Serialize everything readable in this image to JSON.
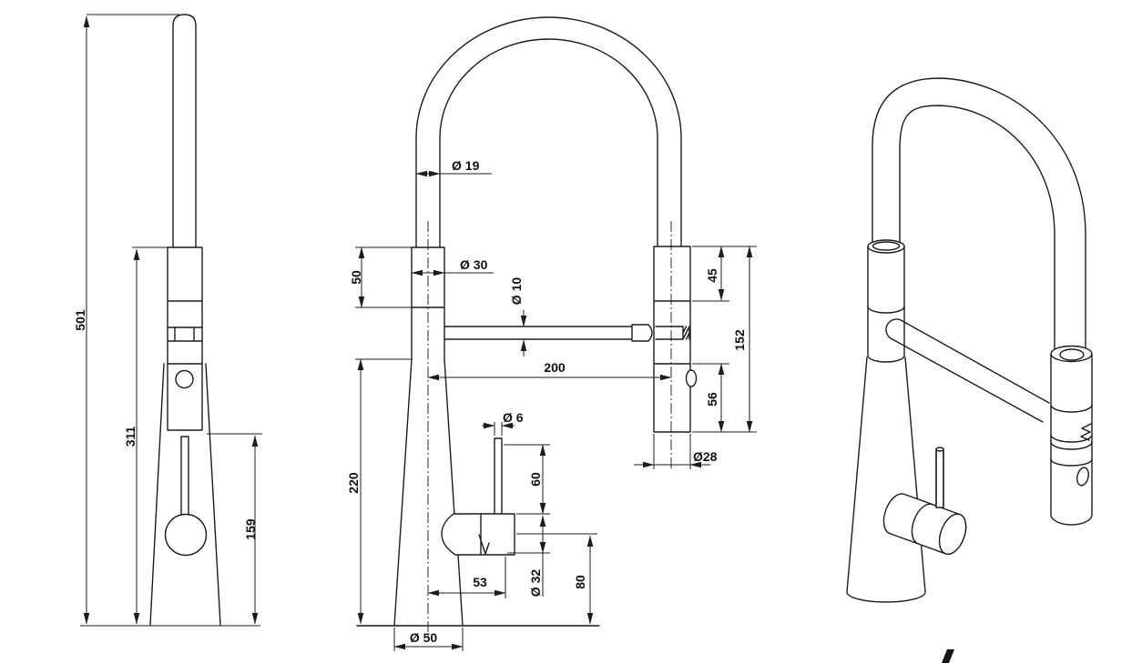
{
  "drawing": {
    "background": "#ffffff",
    "line_color": "#1c1c1c",
    "views": {
      "side": {
        "dims": {
          "total_height": "501",
          "upper_height": "311",
          "handle_height": "159"
        }
      },
      "front": {
        "dims": {
          "spout_tube_diameter": "Ø 19",
          "neck_diameter": "Ø 30",
          "neck_height": "50",
          "support_arm_diameter": "Ø 10",
          "support_arm_length": "200",
          "head_upper_section": "45",
          "head_total_length": "152",
          "head_lower_section": "56",
          "head_diameter": "Ø28",
          "lever_rod_diameter": "Ø 6",
          "lever_rod_height": "60",
          "body_height": "220",
          "lever_offset": "53",
          "lever_knob_diameter": "Ø 32",
          "lever_knob_height": "80",
          "base_diameter": "Ø 50"
        }
      }
    }
  }
}
